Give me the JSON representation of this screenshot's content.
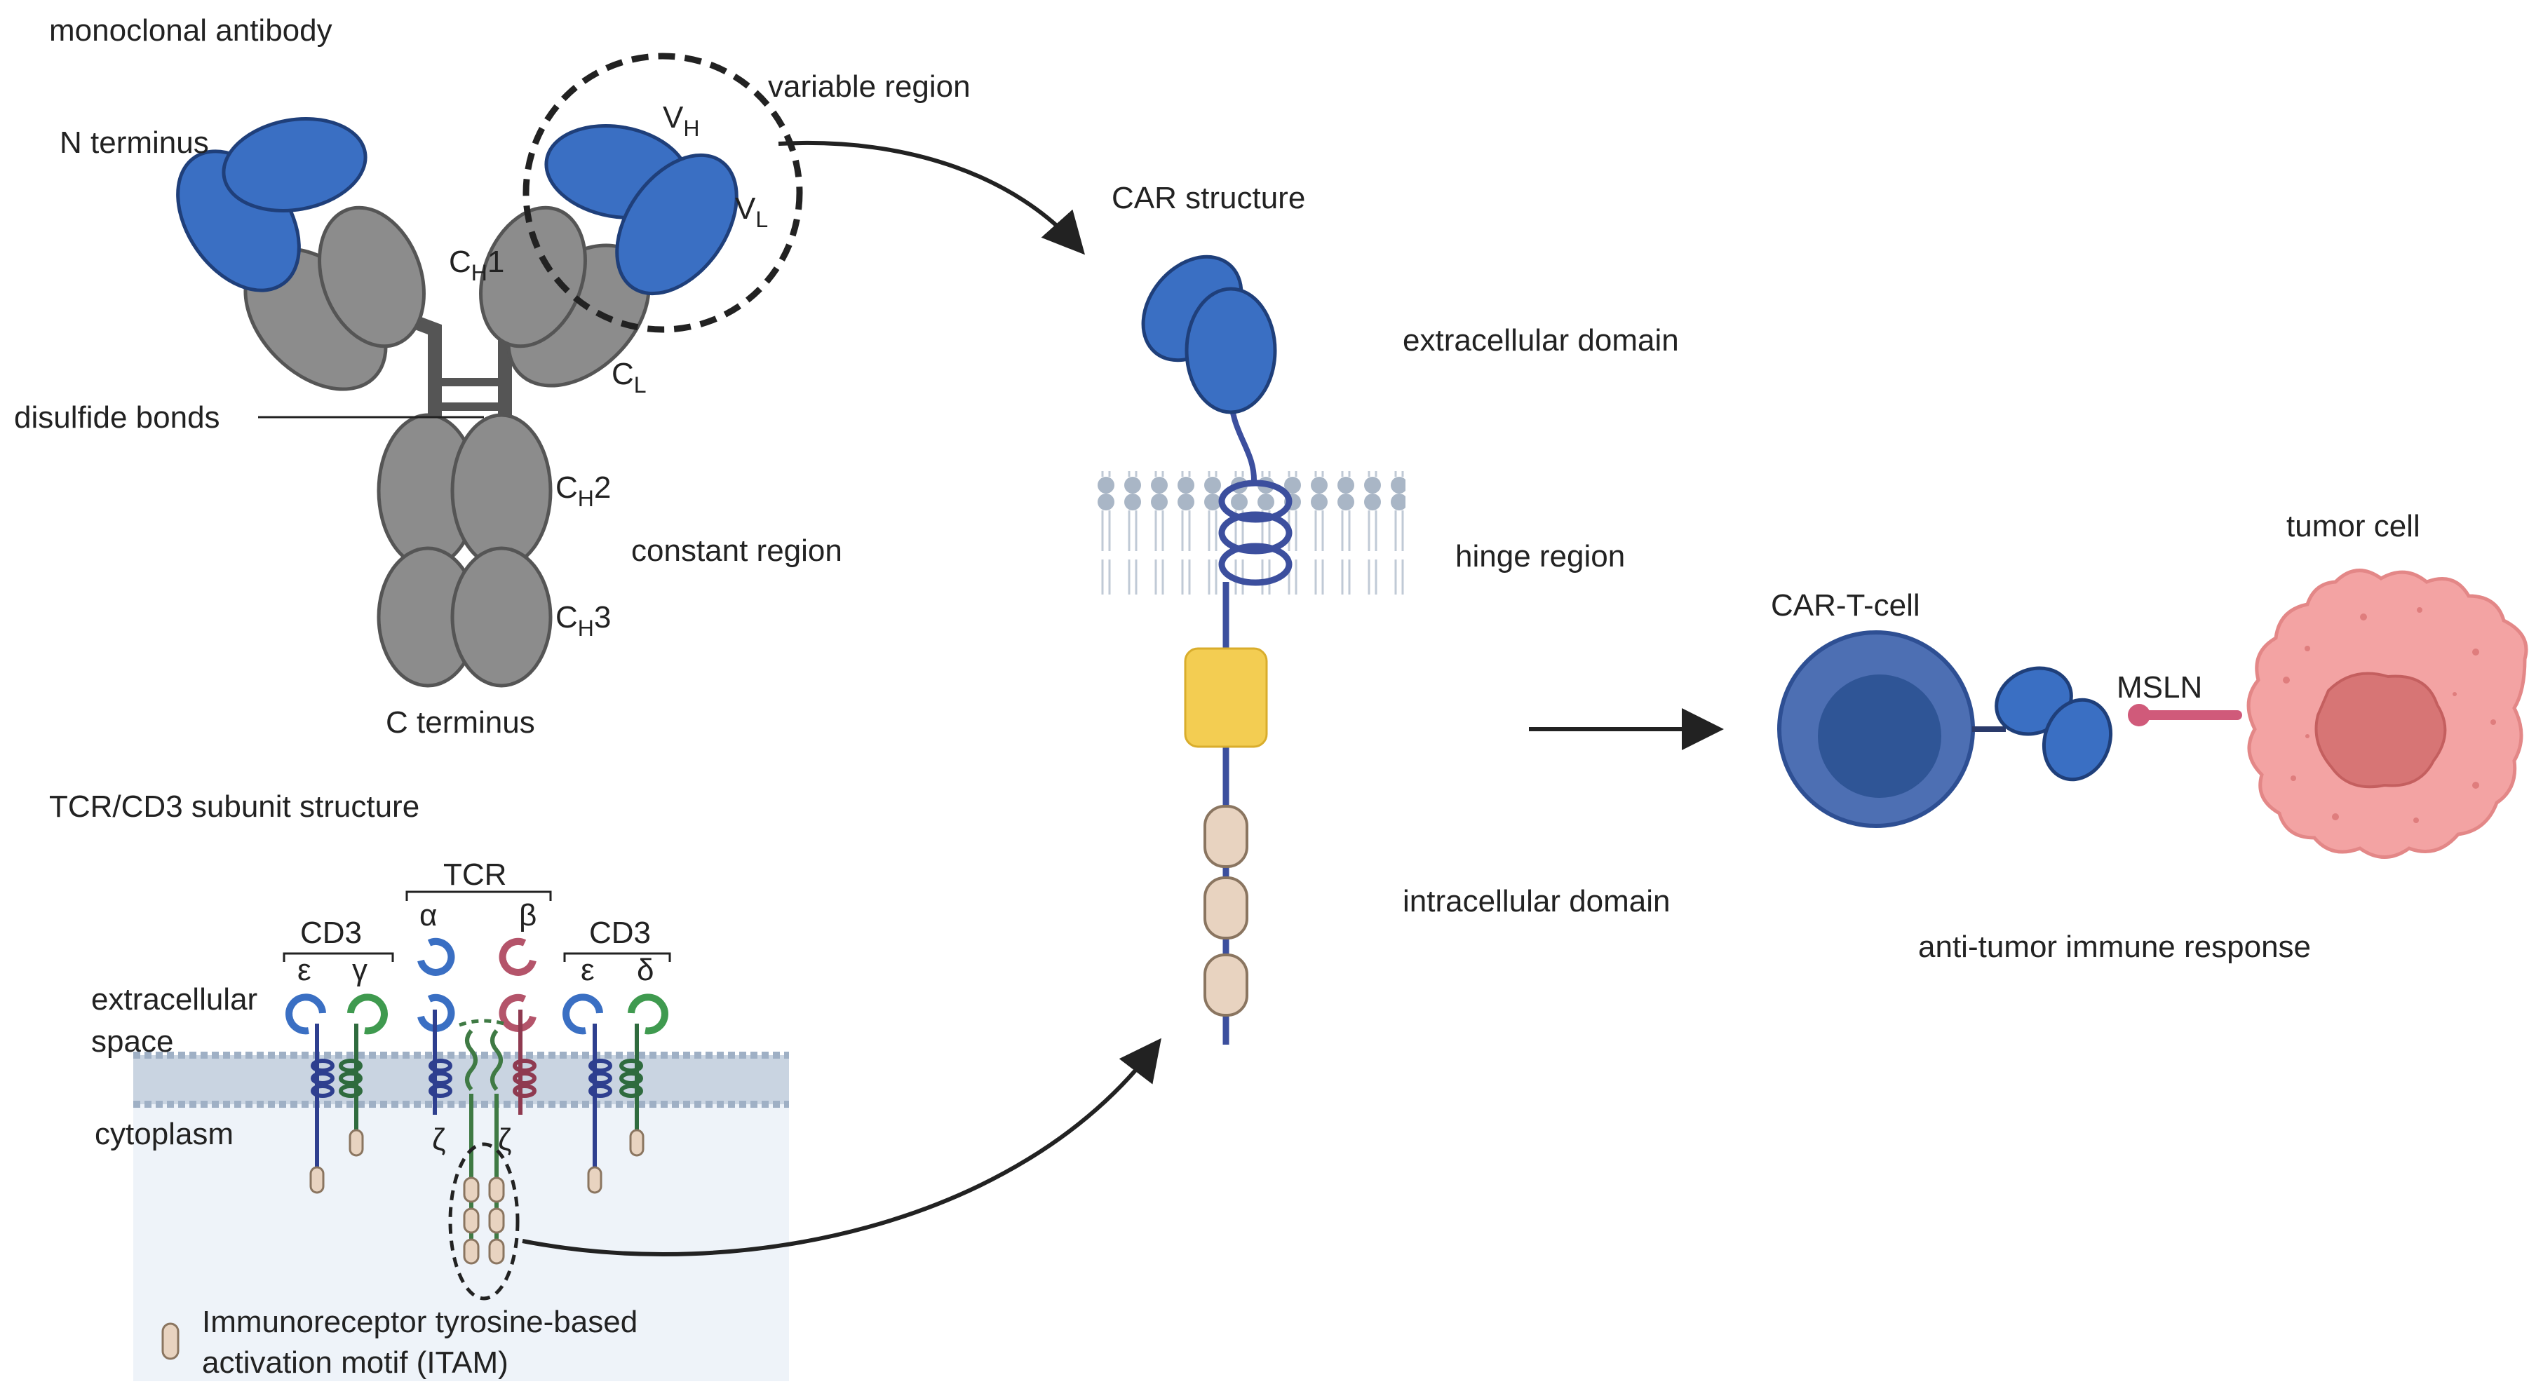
{
  "antibody": {
    "title": "monoclonal antibody",
    "n_terminus": "N terminus",
    "variable_region": "variable region",
    "vh": {
      "main": "V",
      "sub": "H"
    },
    "vl": {
      "main": "V",
      "sub": "L"
    },
    "ch1": {
      "main": "C",
      "sub": "H",
      "tail": "1"
    },
    "cl": {
      "main": "C",
      "sub": "L"
    },
    "disulfide": "disulfide bonds",
    "ch2": {
      "main": "C",
      "sub": "H",
      "tail": "2"
    },
    "constant_region": "constant region",
    "ch3": {
      "main": "C",
      "sub": "H",
      "tail": "3"
    },
    "c_terminus": "C terminus"
  },
  "car": {
    "title": "CAR structure",
    "extracellular": "extracellular domain",
    "hinge": "hinge region",
    "intracellular": "intracellular domain"
  },
  "cells": {
    "tumor": "tumor cell",
    "cart": "CAR-T-cell",
    "msln": "MSLN",
    "response": "anti-tumor immune response"
  },
  "tcr": {
    "title": "TCR/CD3 subunit structure",
    "tcr_label": "TCR",
    "cd3_left": "CD3",
    "cd3_right": "CD3",
    "epsilon_left": "ε",
    "gamma": "γ",
    "alpha": "α",
    "beta": "β",
    "epsilon_right": "ε",
    "delta": "δ",
    "zeta_left": "ζ",
    "zeta_right": "ζ",
    "extracellular_1": "extracellular",
    "extracellular_2": "space",
    "cytoplasm": "cytoplasm",
    "itam_1": "Immunoreceptor tyrosine-based",
    "itam_2": "activation motif (ITAM)"
  },
  "colors": {
    "antibody_blue": "#3a6fc3",
    "antibody_grey": "#8c8c8c",
    "car_tail": "#3c4f9e",
    "costim_yellow": "#f3cd52",
    "itam_beige": "#e8d3c0",
    "tumor_pink": "#f3a3a3",
    "cart_blue": "#4d6fb3",
    "tcr_red": "#b4546a",
    "cd3_green": "#3f8a52"
  }
}
